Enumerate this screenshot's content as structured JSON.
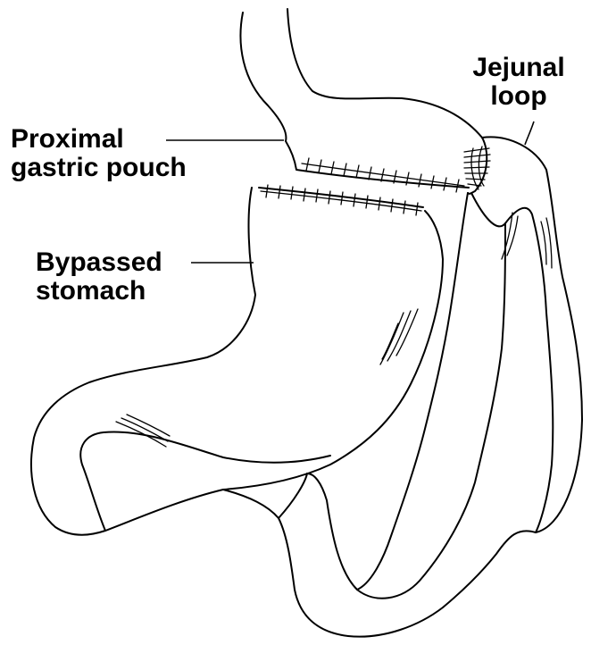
{
  "labels": {
    "jejunal_loop": [
      "Jejunal",
      "loop"
    ],
    "proximal_gastric_pouch": [
      "Proximal",
      "gastric pouch"
    ],
    "bypassed_stomach": [
      "Bypassed",
      "stomach"
    ]
  },
  "colors": {
    "ink": "#000000",
    "background": "#ffffff"
  }
}
